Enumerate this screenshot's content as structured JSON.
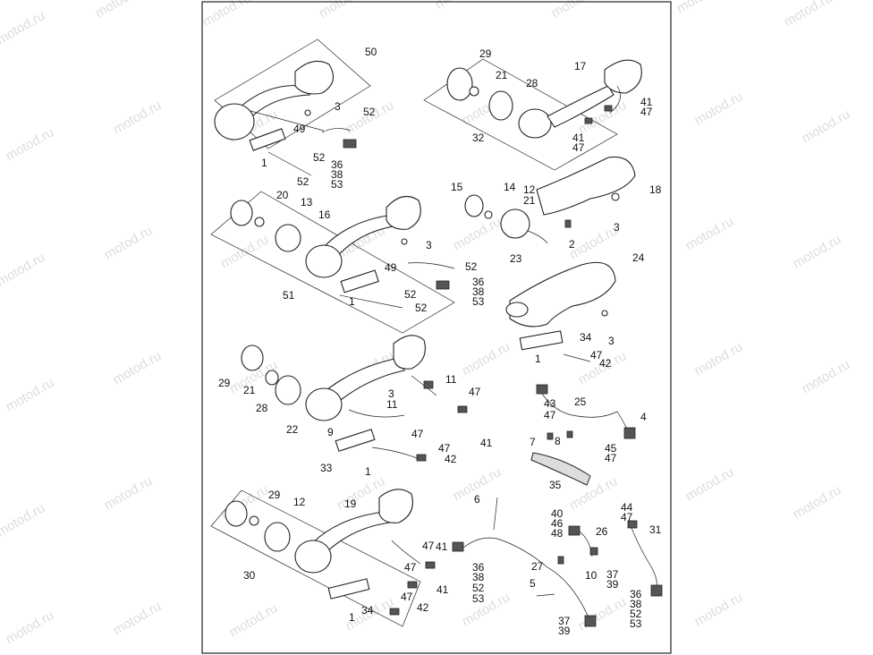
{
  "watermark": "motod.ru",
  "labels": [
    "50",
    "3",
    "52",
    "49",
    "1",
    "52",
    "52",
    "36",
    "38",
    "53",
    "29",
    "21",
    "28",
    "17",
    "41",
    "47",
    "41",
    "47",
    "32",
    "20",
    "13",
    "16",
    "3",
    "52",
    "49",
    "36",
    "38",
    "53",
    "52",
    "1",
    "52",
    "51",
    "15",
    "14",
    "12",
    "21",
    "18",
    "3",
    "2",
    "23",
    "24",
    "34",
    "3",
    "1",
    "47",
    "42",
    "11",
    "3",
    "11",
    "47",
    "29",
    "21",
    "28",
    "22",
    "47",
    "41",
    "9",
    "47",
    "42",
    "33",
    "1",
    "43",
    "47",
    "25",
    "4",
    "7",
    "8",
    "45",
    "47",
    "35",
    "6",
    "40",
    "46",
    "48",
    "26",
    "44",
    "47",
    "31",
    "29",
    "12",
    "19",
    "47",
    "41",
    "47",
    "41",
    "30",
    "36",
    "38",
    "52",
    "53",
    "27",
    "10",
    "37",
    "39",
    "5",
    "36",
    "38",
    "52",
    "53",
    "37",
    "39",
    "47",
    "34",
    "42",
    "1"
  ]
}
